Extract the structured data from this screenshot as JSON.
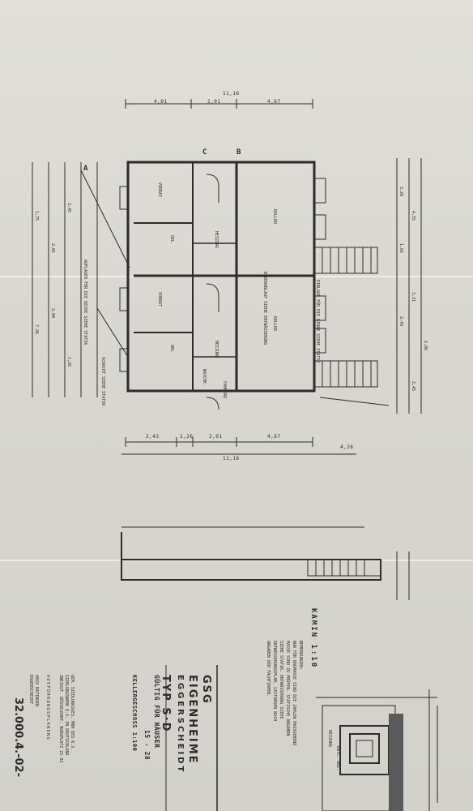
{
  "sheet": {
    "org": "GSG",
    "project": "EIGENHEIME",
    "location": "EGGERSCHEIDT",
    "type": "TYP S·D",
    "valid_for": "GÜLTIG FÜR HÄUSER",
    "houses": "15 - 28",
    "floor": "KELLERGESCHOSS",
    "scale": "1:100",
    "kamin_label": "KAMIN",
    "kamin_scale": "1:10",
    "drawing_number": "32.000.4.-02-",
    "planning_label": "AUSFÜHRUNGSPLANUNG",
    "company_lines": [
      "GEM. SIEDLUNGSGES. MBH DES K.V.",
      "SIEDLUNGSWERK E.V. IN DEUTSCHLAND",
      "ZWEIGST. DÜSSELDORF, BURGPLATZ 21-22"
    ],
    "office_lines": [
      "4032 RATINGEN",
      "EGGERSCHEIDT"
    ],
    "notes": [
      "BEMERKUNGEN:",
      "NUR FÜR BAUMASSE SIND DIE ZAHLEN MASSGEBEND",
      "MASSE SIND ZU PRÜFEN. STATISCHE ANGABEN",
      "SIEHE STATIK. ENTWÄSSERUNG SIEHE",
      "ENTWÄSSERUNGSPLAN. LEITUNGEN NACH",
      "ANGABEN DER FACHFIRMEN."
    ]
  },
  "plan_labels": {
    "axis_a": "A",
    "axis_b": "B",
    "axis_c": "C",
    "room_keller": "KELLER",
    "room_vorrat": "VORRAT",
    "room_oel": "OEL",
    "room_heizung": "HEIZUNG",
    "room_waschkueche": "WASCHK.",
    "room_fahrrad": "FAHRRAD",
    "note_auflager": "AUFLAGER FÜR DIE DECKE SIEHE STATIK",
    "note_einlauf": "EINLAUF FÜR DIE RINNE SIEHE STATIK",
    "note_schacht": "SCHACHT SIEHE STATIK",
    "note_bodenablauf": "BODENABLAUF SIEHE ENTWÄSSERUNG",
    "kamin_heizung": "HEIZUNG",
    "kamin_entl": "ENTL. ABZ."
  },
  "dimensions_top": [
    "4,01",
    "2,01",
    "4,67"
  ],
  "dimension_total": "11,16",
  "dimensions_bottom": [
    "2,43",
    "1,26",
    "2,01",
    "4,67"
  ],
  "dimension_bottom_total": "11,16",
  "dimension_right": "4,26",
  "dimensions_left": [
    "1,75",
    "2,01",
    "3,45",
    "2,00",
    "1,26",
    "7,96"
  ],
  "dimensions_right_side": [
    "3,26",
    "4,55",
    "1,65",
    "3,21",
    "2,49",
    "6,86",
    "2,45"
  ]
}
